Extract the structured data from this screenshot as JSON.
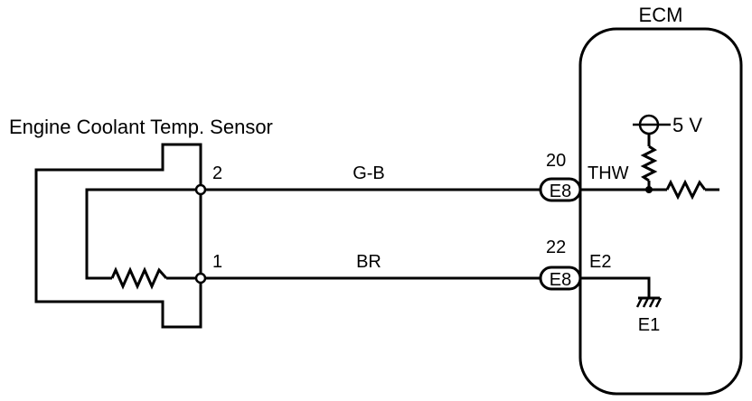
{
  "ecm": {
    "title": "ECM",
    "voltage": "5 V",
    "thw": "THW",
    "e2": "E2",
    "e1": "E1"
  },
  "sensor": {
    "title": "Engine Coolant Temp. Sensor",
    "pin_top": "2",
    "pin_bottom": "1"
  },
  "wires": [
    {
      "color_code": "G-B",
      "connector": "E8",
      "terminal": "20"
    },
    {
      "color_code": "BR",
      "connector": "E8",
      "terminal": "22"
    }
  ],
  "colors": {
    "line": "#000000",
    "background": "#ffffff"
  },
  "icons": [
    "resistor-icon",
    "ground-icon",
    "voltage-source-icon",
    "connector-icon"
  ]
}
